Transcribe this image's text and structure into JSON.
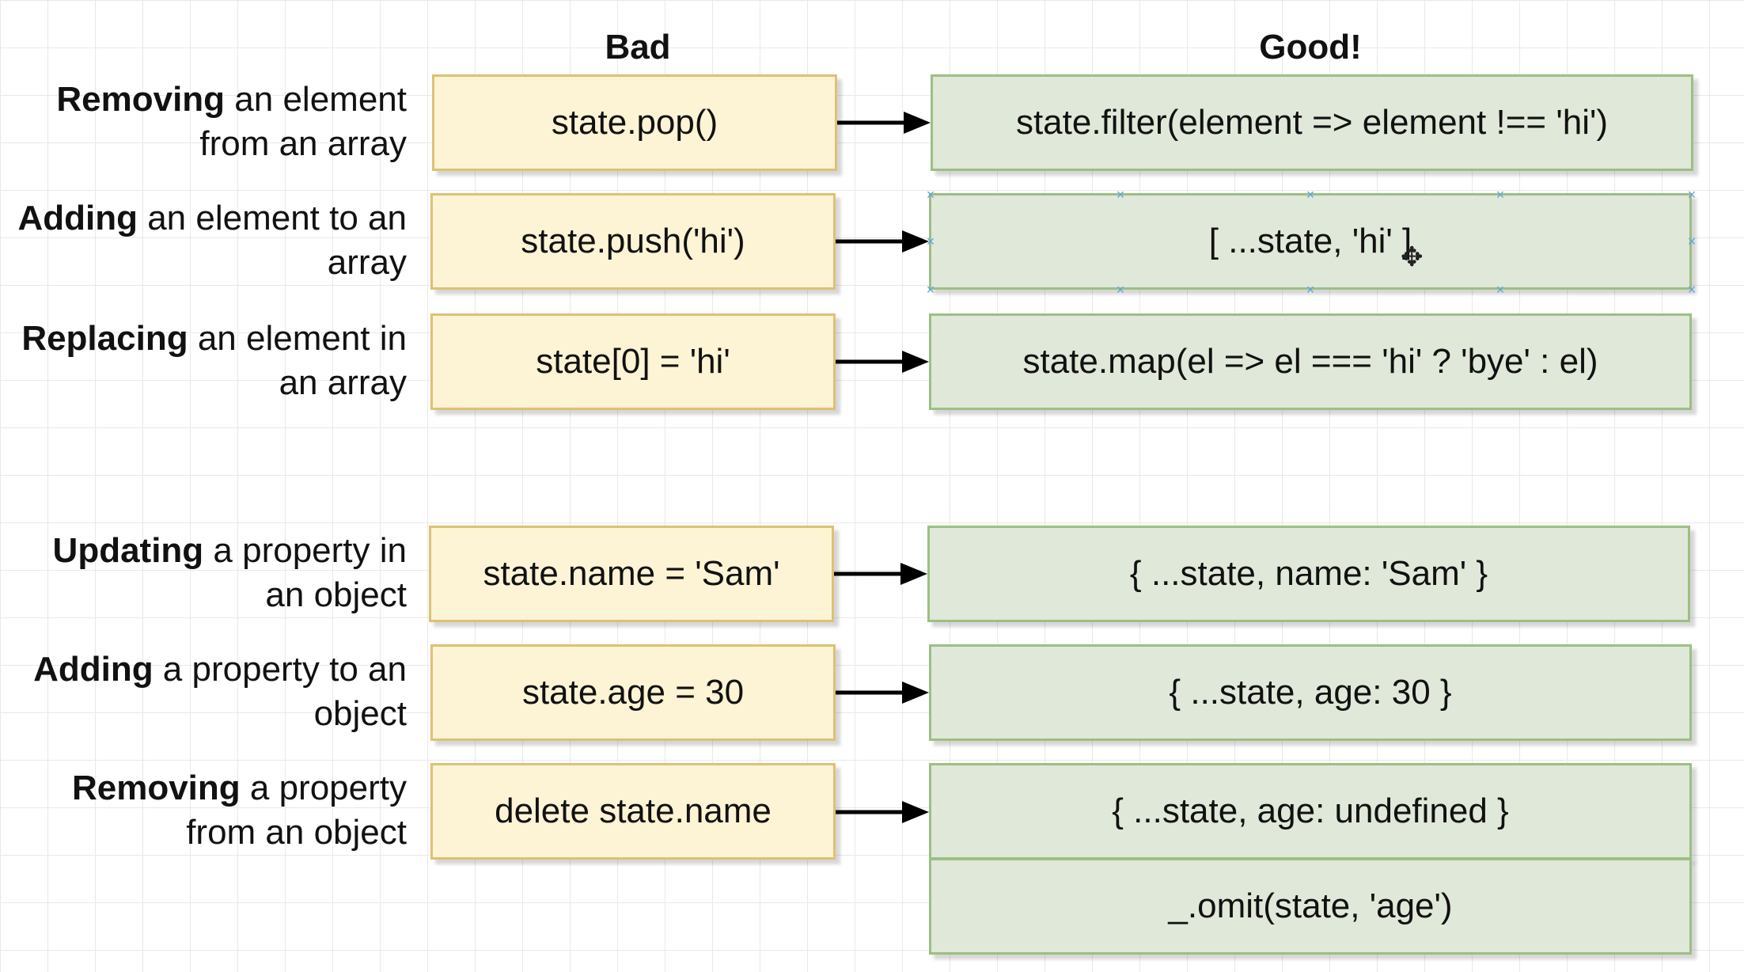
{
  "headers": {
    "bad": "Bad",
    "good": "Good!"
  },
  "colors": {
    "bad_fill": "#fcf4d4",
    "bad_border": "#dec173",
    "good_fill": "#e0e8d9",
    "good_border": "#9cbf84",
    "arrow": "#000000",
    "selection": "#5aa6de"
  },
  "rows": [
    {
      "label_bold": "Removing",
      "label_rest": " an element from an array",
      "bad": "state.pop()",
      "good": "state.filter(element => element !== 'hi')"
    },
    {
      "label_bold": "Adding",
      "label_rest": " an element to an array",
      "bad": "state.push('hi')",
      "good": "[ ...state, 'hi' ]"
    },
    {
      "label_bold": "Replacing",
      "label_rest": " an element in an array",
      "bad": "state[0] = 'hi'",
      "good": "state.map(el => el === 'hi' ? 'bye' : el)"
    },
    {
      "label_bold": "Updating",
      "label_rest": " a property in an object",
      "bad": "state.name = 'Sam'",
      "good": "{ ...state, name: 'Sam' }"
    },
    {
      "label_bold": "Adding",
      "label_rest": " a property to an object",
      "bad": "state.age = 30",
      "good": "{ ...state, age: 30 }"
    },
    {
      "label_bold": "Removing",
      "label_rest": " a property from an object",
      "bad": "delete state.name",
      "good": "{ ...state, age: undefined }"
    }
  ],
  "extra_good": "_.omit(state, 'age')",
  "icons": {
    "selection_handle": "x-icon",
    "cursor": "move-cursor-icon"
  }
}
